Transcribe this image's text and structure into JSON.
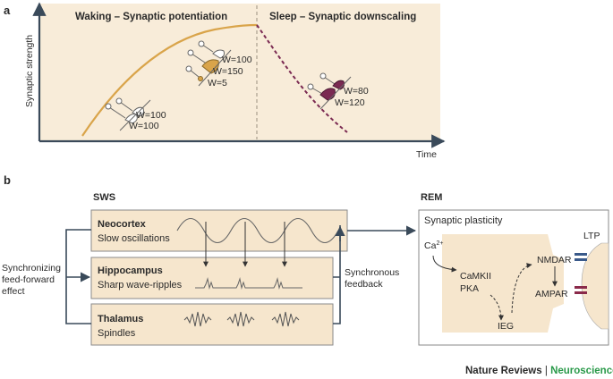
{
  "panel_a": {
    "letter": "a",
    "title_wake": "Waking – Synaptic potentiation",
    "title_sleep": "Sleep – Synaptic downscaling",
    "y_axis_label": "Synaptic strength",
    "x_axis_label": "Time",
    "synapse_labels": {
      "low_1": "W=100",
      "low_2": "W=100",
      "mid_1": "W=100",
      "mid_2": "W=150",
      "mid_3": "W=5",
      "sleep_1": "W=80",
      "sleep_2": "W=120"
    },
    "colors": {
      "wake_curve": "#d9a44a",
      "sleep_curve": "#7b2a52",
      "background": "#f8ecd9"
    }
  },
  "panel_b": {
    "letter": "b",
    "sws_label": "SWS",
    "rem_label": "REM",
    "neocortex_title": "Neocortex",
    "neocortex_sub": "Slow oscillations",
    "hippocampus_title": "Hippocampus",
    "hippocampus_sub": "Sharp wave-ripples",
    "thalamus_title": "Thalamus",
    "thalamus_sub": "Spindles",
    "left_label_1": "Synchronizing",
    "left_label_2": "feed-forward",
    "left_label_3": "effect",
    "right_label_1": "Synchronous",
    "right_label_2": "feedback",
    "plasticity_title": "Synaptic plasticity",
    "ca": "Ca",
    "ca_sup": "2+",
    "camkii": "CaMKII",
    "pka": "PKA",
    "ieg": "IEG",
    "nmdar": "NMDAR",
    "ampar": "AMPAR",
    "ltp": "LTP",
    "colors": {
      "box_fill": "#f6e6cd",
      "box_stroke": "#8a8a8a"
    }
  },
  "footer": {
    "journal": "Nature Reviews",
    "separator": "|",
    "subject": "Neuroscience",
    "subject_color": "#2a9a4a"
  }
}
